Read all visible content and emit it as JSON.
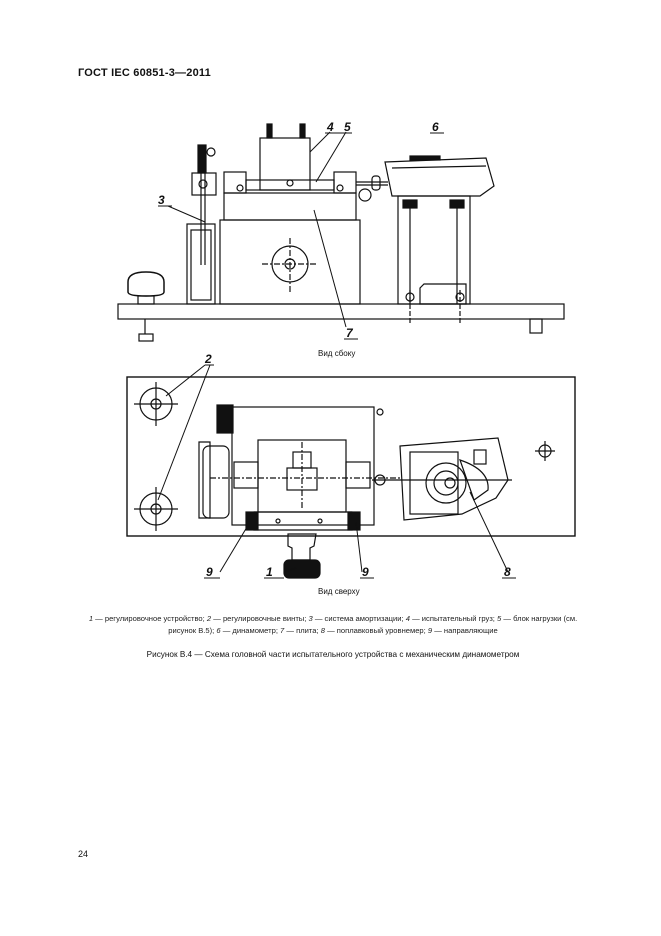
{
  "header": {
    "title": "ГОСТ IEC 60851-3—2011"
  },
  "figure": {
    "side_view_caption": "Вид сбоку",
    "top_view_caption": "Вид сверху",
    "side_labels": {
      "l3": "3",
      "l4": "4",
      "l5": "5",
      "l6": "6",
      "l7": "7"
    },
    "top_labels": {
      "l2": "2",
      "l9a": "9",
      "l1": "1",
      "l9b": "9",
      "l8": "8"
    }
  },
  "legend": [
    {
      "num": "1",
      "text": " — регулировочное устройство; "
    },
    {
      "num": "2",
      "text": " — регулировочные винты; "
    },
    {
      "num": "3",
      "text": " — система амортизации; "
    },
    {
      "num": "4",
      "text": " — испытательный груз; "
    },
    {
      "num": "5",
      "text": " — блок нагрузки (см. рисунок В.5); "
    },
    {
      "num": "6",
      "text": " — динамометр; "
    },
    {
      "num": "7",
      "text": " — плита; "
    },
    {
      "num": "8",
      "text": " — поплавковый уровнемер; "
    },
    {
      "num": "9",
      "text": " — направляющие"
    }
  ],
  "caption": "Рисунок  В.4 — Схема головной части испытательного устройства с механическим динамометром",
  "page_number": "24"
}
